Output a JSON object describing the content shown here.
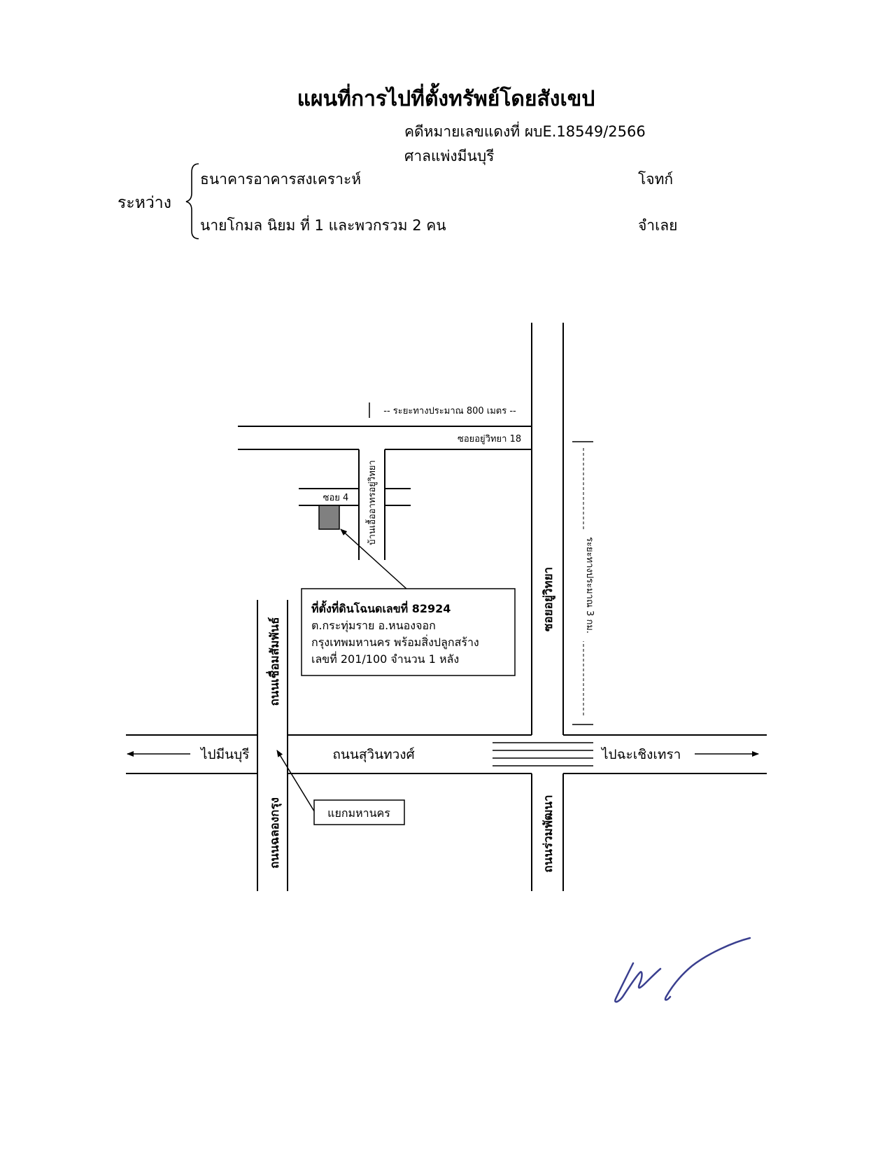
{
  "document": {
    "title": "แผนที่การไปที่ตั้งทรัพย์โดยสังเขป",
    "case_number": "คดีหมายเลขแดงที่ ผบE.18549/2566",
    "court": "ศาลแพ่งมีนบุรี",
    "between_label": "ระหว่าง",
    "plaintiff": {
      "name": "ธนาคารอาคารสงเคราะห์",
      "role": "โจทก์"
    },
    "defendant": {
      "name": "นายโกมล นิยม ที่ 1 และพวกรวม 2 คน",
      "role": "จำเลย"
    }
  },
  "map": {
    "distance_top": "-- ระยะทางประมาณ 800 เมตร --",
    "soi_yu_witthaya_18": "ซอยอยู่วิทยา 18",
    "soi_4": "ซอย 4",
    "village_name": "บ้านเอื้ออาทรอยู่วิทยา",
    "soi_yu_witthaya": "ซอยอยู่วิทยา",
    "distance_side": "ระยะทางประมาณ 3 กม.",
    "road_chuem_sam_phan": "ถนนเชื่อมสัมพันธ์",
    "road_suwinthawong": "ถนนสุวินทวงศ์",
    "to_minburi": "ไปมีนบุรี",
    "to_chachoengsao": "ไปฉะเชิงเทรา",
    "road_chalong_krung": "ถนนฉลองกรุง",
    "road_ruam_phatthana": "ถนนร่วมพัฒนา",
    "junction": "แยกมหานคร",
    "location_box": [
      "ที่ตั้งที่ดินโฉนดเลขที่ 82924",
      "ต.กระทุ่มราย อ.หนองจอก",
      "กรุงเทพมหานคร พร้อมสิ่งปลูกสร้าง",
      "เลขที่ 201/100 จำนวน 1 หลัง"
    ],
    "property_color": "#808080",
    "signature_color": "#3a3f8f"
  }
}
